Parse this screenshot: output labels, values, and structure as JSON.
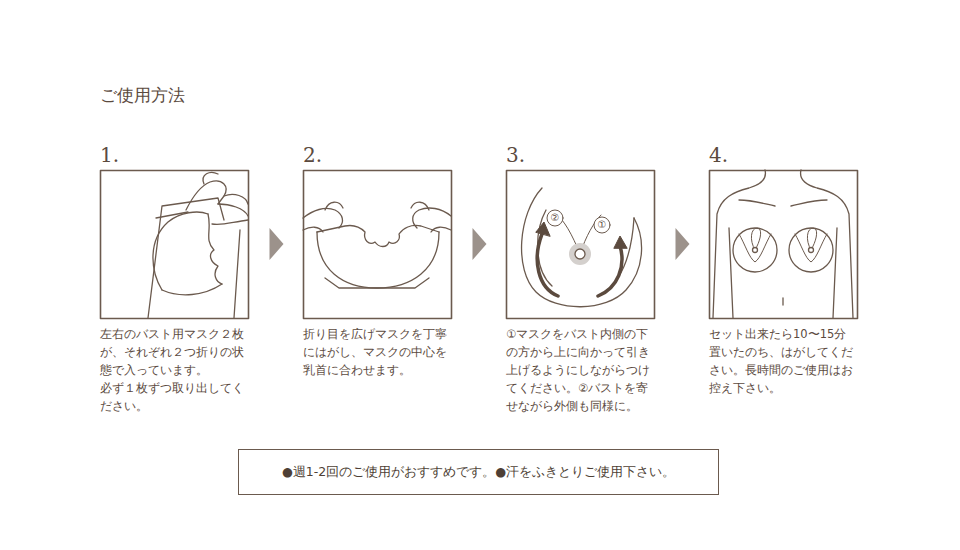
{
  "diagram": {
    "title": "ご使用方法",
    "nodes": [
      {
        "text": [
          "1.",
          "左右のバスト用マスク２枚が、それぞれ２つ折りの状態で入っています。",
          "必ず１枚ずつ取り出してください。"
        ]
      },
      {
        "text": [
          "2.",
          "折り目を広げマスクを丁寧にはがし、マスクの中心を乳首に合わせます。"
        ]
      },
      {
        "text": [
          "3.",
          "①マスクをバスト内側の下の方から上に向かって引き上げるようにしながらつけてください。②バストを寄せながら外側も同様に。"
        ]
      },
      {
        "text": [
          "4.",
          "セット出来たら10〜15分置いたのち、はがしてください。長時間のご使用はお控え下さい。"
        ]
      },
      {
        "text": [
          "●週1-2回のご使用がおすすめです。●汗をふきとりご使用下さい。"
        ]
      }
    ],
    "edges": [
      {
        "from": 0,
        "to": 1,
        "arrow": "to"
      },
      {
        "from": 1,
        "to": 2,
        "arrow": "to"
      },
      {
        "from": 2,
        "to": 3,
        "arrow": "to"
      }
    ],
    "labels": [
      "②",
      "①"
    ]
  }
}
